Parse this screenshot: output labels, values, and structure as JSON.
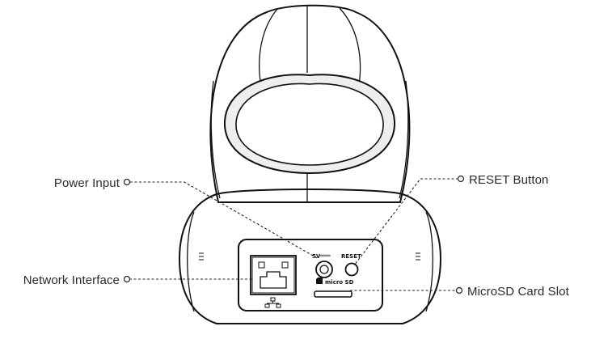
{
  "callouts": {
    "power_input": "Power Input",
    "reset_button": "RESET Button",
    "network_interface": "Network Interface",
    "microsd_card_slot": "MicroSD Card Slot"
  },
  "port_labels": {
    "power": "5V",
    "power_symbol": "═══",
    "reset": "RESET",
    "micro_sd": "micro SD"
  },
  "colors": {
    "body_fill": "#7b7b7b",
    "face_fill": "#eeeeee",
    "panel_fill": "#ffffff",
    "outline": "#111111"
  }
}
